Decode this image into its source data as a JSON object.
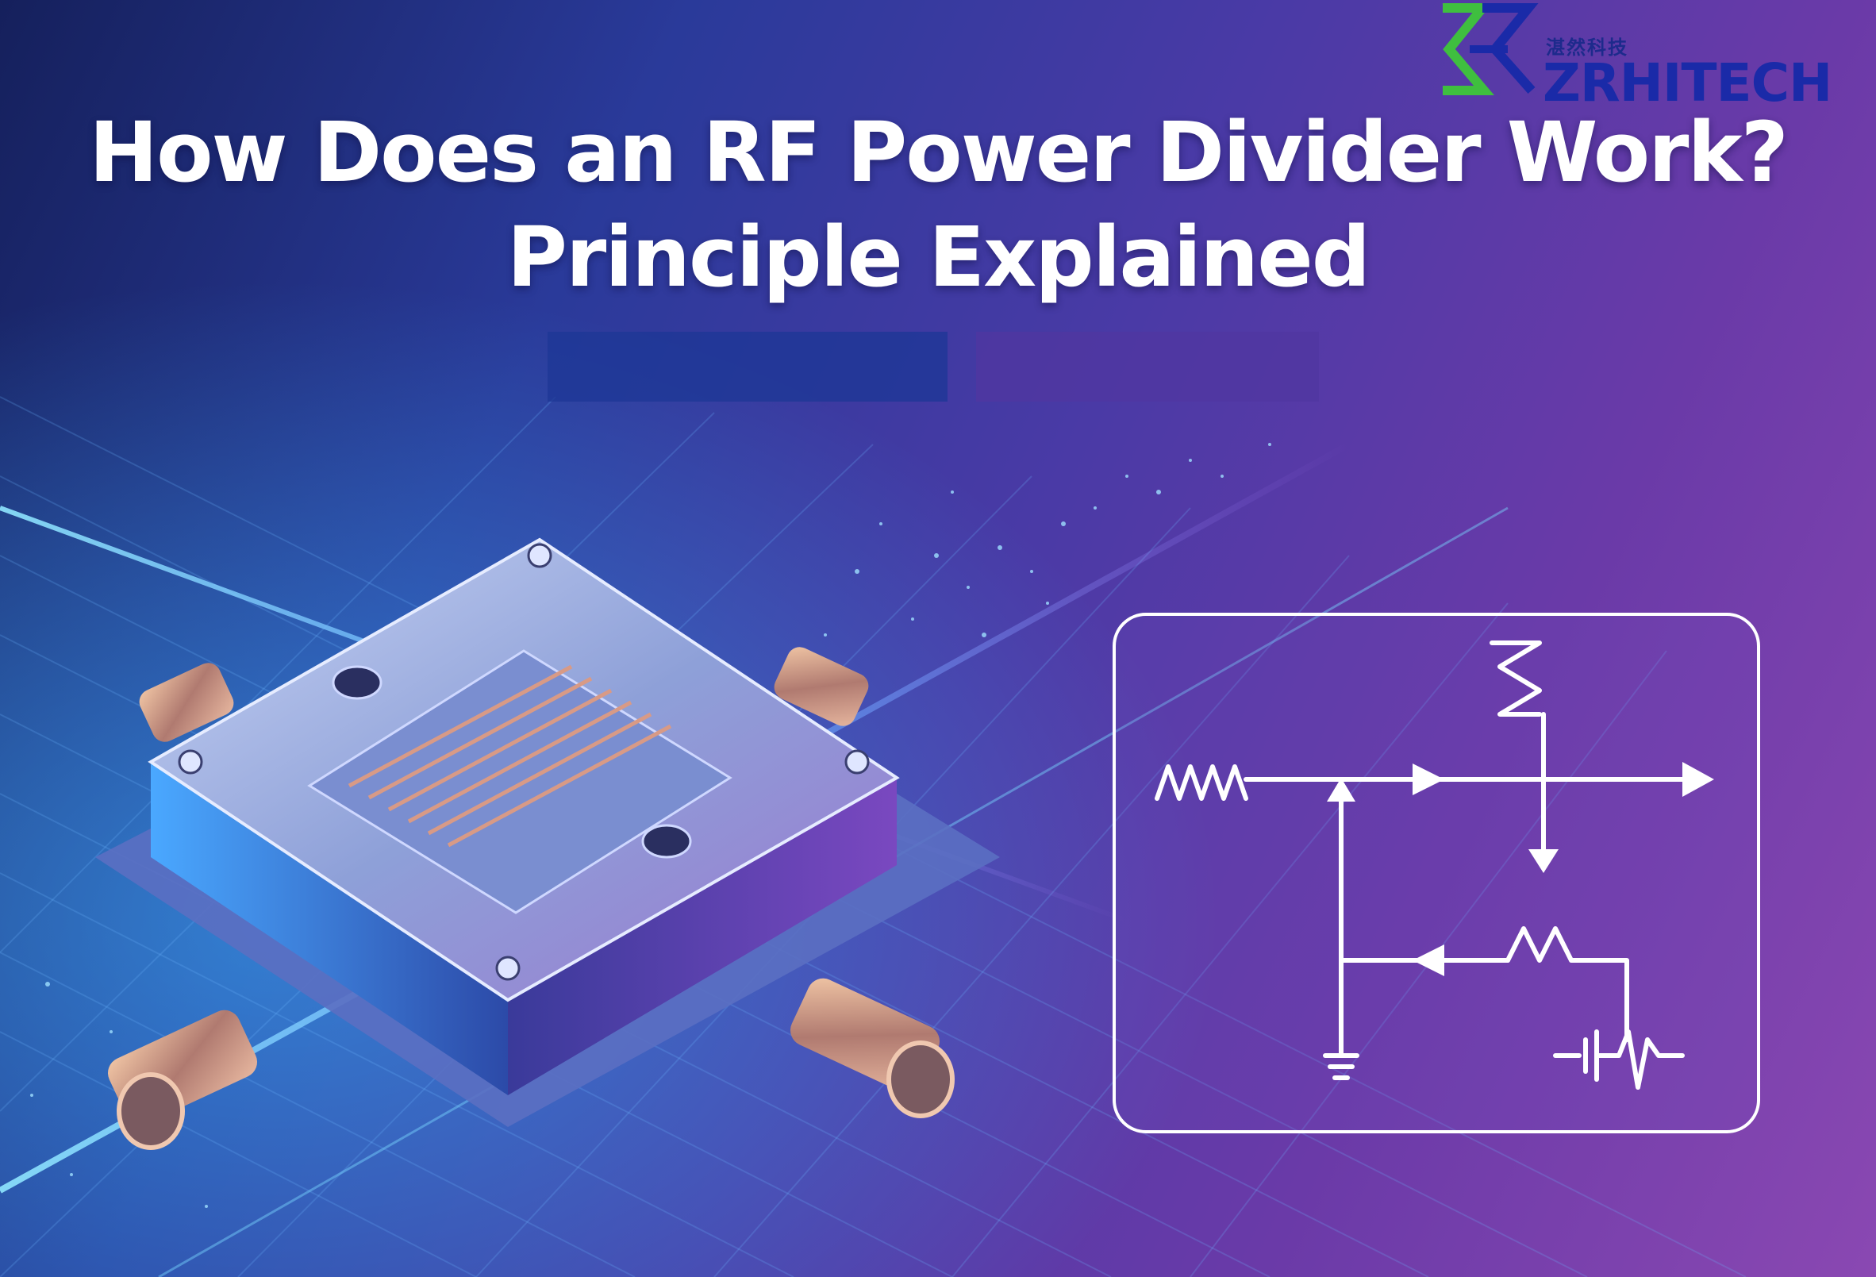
{
  "header": {
    "title_line1": "How Does an RF Power Divider Work?",
    "title_line2": "Principle Explained"
  },
  "logo": {
    "chinese_name": "湛然科技",
    "brand_name": "ZRHITECH",
    "mark_icon": "zr-chevron-logo-icon",
    "colors": {
      "green": "#3fbf3f",
      "blue": "#1a2aa8"
    }
  },
  "illustration": {
    "device_icon": "rf-power-divider-device-icon",
    "schematic_icon": "power-divider-circuit-schematic-icon"
  },
  "colors": {
    "background_left": "#15205c",
    "background_mid": "#4a3aa6",
    "background_right": "#8a48b2",
    "glow": "#4fc3ff",
    "schematic_stroke": "#ffffff"
  }
}
